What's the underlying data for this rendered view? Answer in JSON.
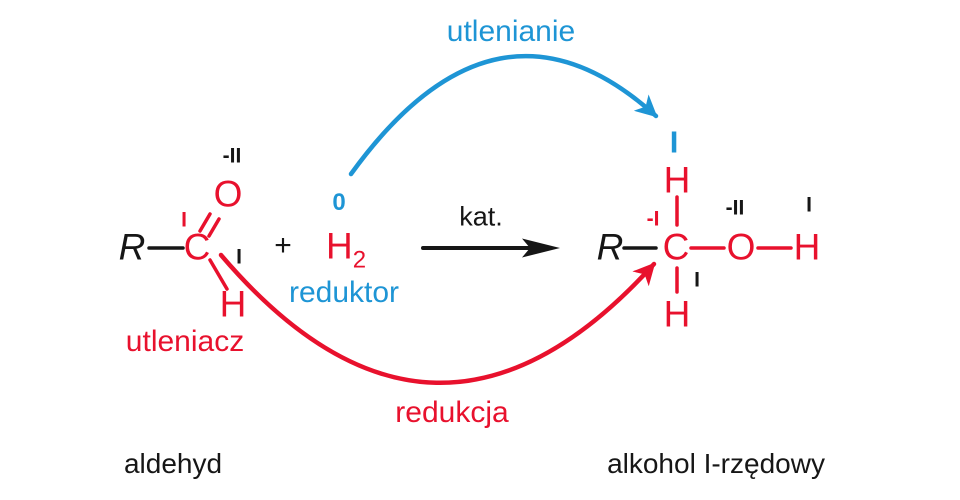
{
  "colors": {
    "red": "#e8112d",
    "blue": "#1e95d5",
    "ink": "#161616"
  },
  "arrows": {
    "oxidation_label": "utlenianie",
    "reduction_label": "redukcja",
    "catalyst_label": "kat."
  },
  "aldehyde": {
    "name_label": "aldehyd",
    "role_label": "utleniacz",
    "r_group": "R",
    "carbon": "C",
    "oxygen": "O",
    "hydrogen": "H",
    "ox_state_oxygen": "-II",
    "ox_state_carbon": "I",
    "ox_state_hydrogen": "I"
  },
  "plus_sign": "+",
  "hydrogen_molecule": {
    "symbol": "H",
    "subscript": "2",
    "ox_state": "0",
    "role_label": "reduktor"
  },
  "alcohol": {
    "name_label": "alkohol I-rzędowy",
    "r_group": "R",
    "carbon": "C",
    "oxygen": "O",
    "hydrogen_top": "H",
    "hydrogen_bottom": "H",
    "hydrogen_hydroxyl": "H",
    "ox_state_hydrogen_top": "I",
    "ox_state_carbon": "-I",
    "ox_state_oxygen": "-II",
    "ox_state_hydrogen_hydroxyl": "I",
    "ox_state_hydrogen_bottom": "I"
  }
}
